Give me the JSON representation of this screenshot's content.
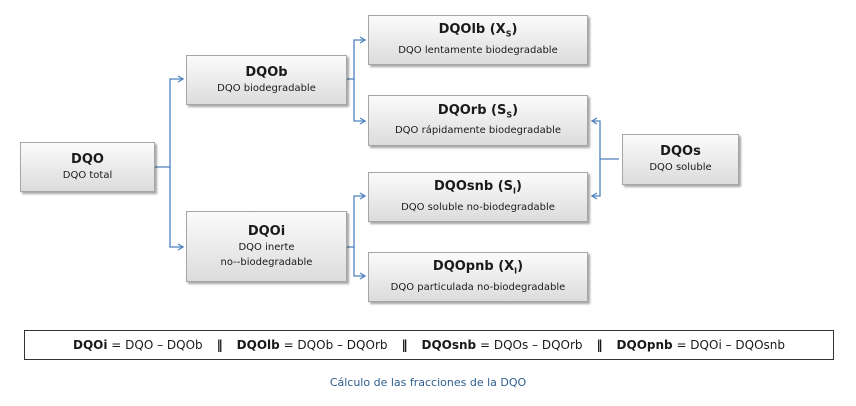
{
  "nodes": {
    "dqo": {
      "title": "DQO",
      "sub": "DQO total"
    },
    "dqob": {
      "title": "DQOb",
      "sub": "DQO biodegradable"
    },
    "dqoi": {
      "title": "DQOi",
      "sub1": "DQO inerte",
      "sub2": "no--biodegradable"
    },
    "dqolb": {
      "title": "DQOlb (X",
      "title_sub": "S",
      "title_end": ")",
      "sub": "DQO lentamente  biodegradable"
    },
    "dqorb": {
      "title": "DQOrb (S",
      "title_sub": "S",
      "title_end": ")",
      "sub": "DQO rápidamente  biodegradable"
    },
    "dqosnb": {
      "title": "DQOsnb (S",
      "title_sub": "I",
      "title_end": ")",
      "sub": "DQO soluble no-biodegradable"
    },
    "dqopnb": {
      "title": "DQOpnb (X",
      "title_sub": "I",
      "title_end": ")",
      "sub": "DQO particulada no-biodegradable"
    },
    "dqos": {
      "title": "DQOs",
      "sub": "DQO soluble"
    }
  },
  "formula": {
    "f1_term": "DQOi",
    "f1_rest": " = DQO – DQOb",
    "f2_term": "DQOlb",
    "f2_rest": " = DQOb – DQOrb",
    "f3_term": "DQOsnb",
    "f3_rest": " = DQOs – DQOrb",
    "f4_term": "DQOpnb",
    "f4_rest": " = DQOi – DQOsnb",
    "separator": "‖"
  },
  "caption": "Cálculo de las fracciones de la DQO",
  "colors": {
    "connector": "#4f81bd",
    "caption": "#2e5d8e"
  }
}
